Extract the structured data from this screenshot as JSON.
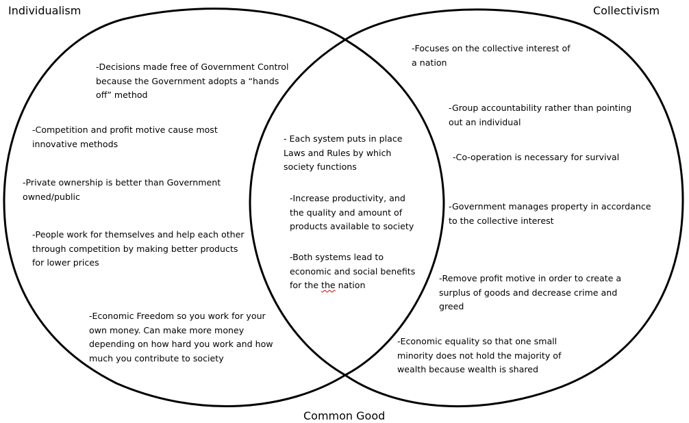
{
  "titles": {
    "left": "Individualism",
    "right": "Collectivism",
    "bottom": "Common Good"
  },
  "left_notes": [
    "-Decisions made free of Government Control because the Government adopts a “hands off” method",
    "-Competition and profit motive cause most innovative methods",
    "-Private ownership is better than Government owned/public",
    "-People work for themselves and help each other through competition by making better products for lower prices",
    "-Economic Freedom so you work for your own money. Can make more money depending on how hard you work and how much you contribute to society"
  ],
  "middle_notes": [
    "- Each system puts in place Laws and Rules by which society functions",
    "-Increase productivity, and the quality and amount of products available to society",
    {
      "before": "-Both systems lead to economic and social benefits for the ",
      "flagged": "the",
      "after": " nation"
    }
  ],
  "right_notes": [
    "-Focuses on the collective interest of a nation",
    "-Group accountability rather than pointing out an individual",
    "-Co-operation is necessary for survival",
    "-Government manages property in accordance to the collective interest",
    "-Remove profit motive in order to create a surplus of goods and decrease crime and greed",
    "-Economic equality so that one small minority does not hold the majority of wealth because wealth is shared"
  ]
}
